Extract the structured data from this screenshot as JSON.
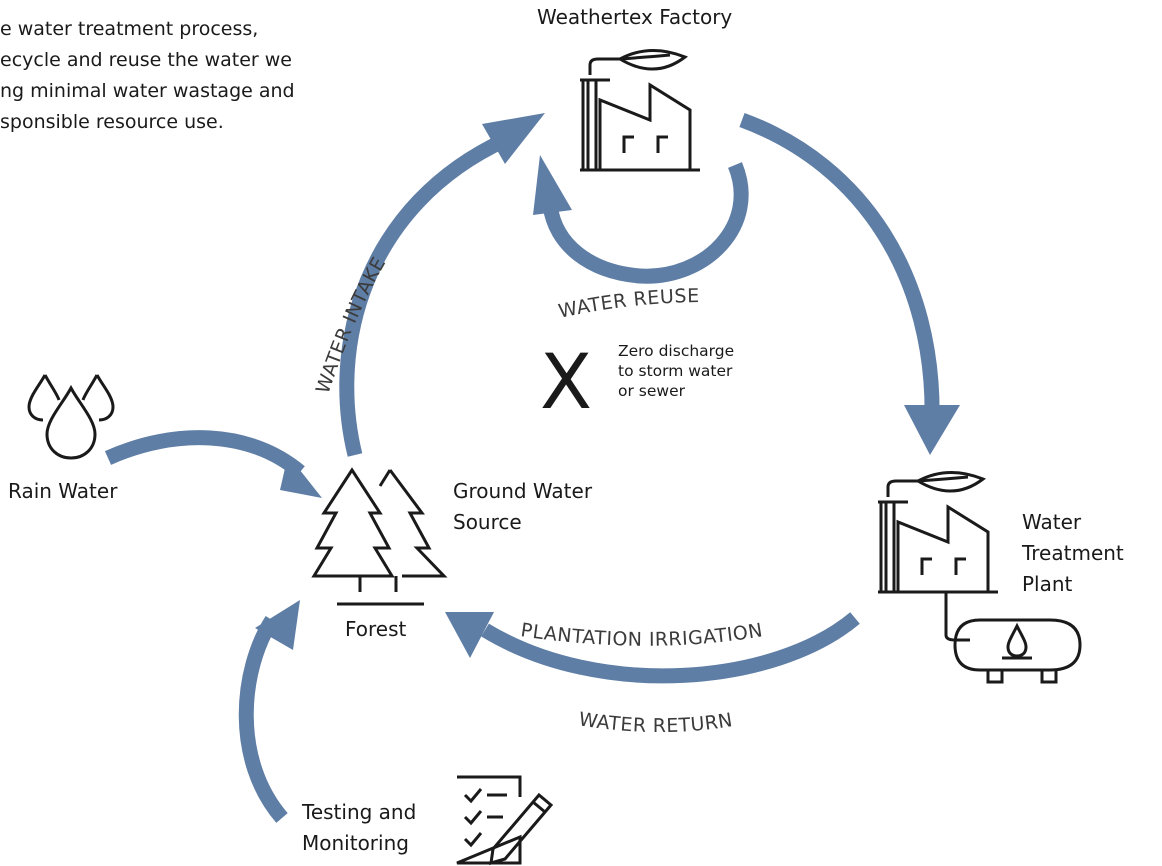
{
  "intro_lines": [
    "e water treatment process,",
    "ecycle and reuse the water we",
    "ng minimal water wastage and",
    "sponsible resource use."
  ],
  "nodes": {
    "factory": "Weathertex Factory",
    "rain_water": "Rain Water",
    "ground_water": [
      "Ground Water",
      "Source"
    ],
    "forest": "Forest",
    "treatment_plant": [
      "Water",
      "Treatment",
      "Plant"
    ],
    "testing": [
      "Testing and",
      "Monitoring"
    ]
  },
  "flows": {
    "water_intake": "WATER INTAKE",
    "water_reuse": "WATER REUSE",
    "plantation_irrigation": "PLANTATION IRRIGATION",
    "water_return": "WATER RETURN"
  },
  "zero_discharge": {
    "mark": "X",
    "lines": [
      "Zero discharge",
      "to storm water",
      "or sewer"
    ]
  },
  "icons": [
    "factory-icon",
    "water-drops-icon",
    "trees-icon",
    "treatment-plant-icon",
    "water-tank-icon",
    "checklist-icon"
  ],
  "colors": {
    "arrow": "#5f7ea6",
    "text": "#1a1a1a"
  }
}
